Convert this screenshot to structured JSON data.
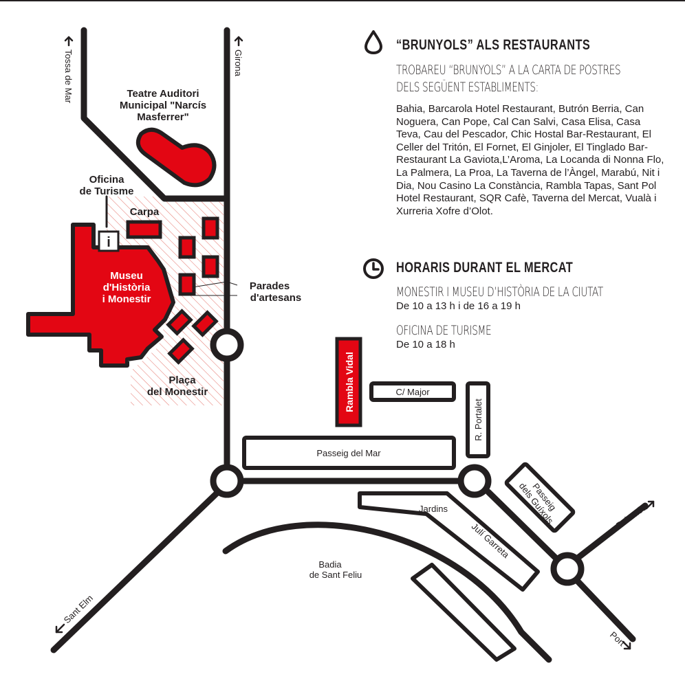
{
  "map": {
    "roads": {
      "tossa": "Tossa de Mar",
      "girona": "Girona",
      "sant_elm": "Sant Elm",
      "palamos": "Palamós",
      "port": "Port"
    },
    "places": {
      "teatre": [
        "Teatre Auditori",
        "Municipal \"Narcís",
        "Masferrer\""
      ],
      "oficina": [
        "Oficina",
        "de Turisme"
      ],
      "carpa": "Carpa",
      "museu": [
        "Museu",
        "d'Història",
        "i Monestir"
      ],
      "info_symbol": "i",
      "parades": [
        "Parades",
        "d'artesans"
      ],
      "placa": [
        "Plaça",
        "del Monestir"
      ],
      "rambla_vidal": "Rambla Vidal",
      "c_major": "C/ Major",
      "portalet": "R. Portalet",
      "passeig_mar": "Passeig del Mar",
      "passeig_guixols": [
        "Passeig",
        "dels Guíxols"
      ],
      "jardins": "Jardins",
      "juli_garreta": "Julí Garreta",
      "badia": [
        "Badia",
        "de Sant Feliu"
      ]
    },
    "colors": {
      "accent": "#e30613",
      "ink": "#231f20",
      "hatch": "#e8877f"
    }
  },
  "restaurants": {
    "icon": "drop-icon",
    "title": "“BRUNYOLS” ALS RESTAURANTS",
    "subtitle_lines": [
      "TROBAREU “BRUNYOLS” A LA CARTA DE POSTRES",
      "DELS SEGÜENT ESTABLIMENTS:"
    ],
    "list": "Bahia, Barcarola Hotel Restaurant, Butrón Berria, Can Noguera, Can Pope, Cal Can Salvi, Casa Elisa, Casa Teva, Cau del Pescador, Chic Hostal Bar-Restaurant, El Celler del Tritón, El Fornet, El Ginjoler, El Tinglado Bar-Restaurant La Gaviota,L’Aroma, La Locanda di Nonna Flo, La Palmera, La Proa, La Taverna de l’Àngel, Marabú, Nit i Dia, Nou Casino La Constància, Rambla Tapas, Sant Pol Hotel Restaurant, SQR Cafè, Taverna del Mercat, Vualà i Xurreria Xofre d’Olot."
  },
  "hours": {
    "icon": "clock-icon",
    "title": "HORARIS DURANT EL MERCAT",
    "monestir_label": "MONESTIR I MUSEU D’HISTÒRIA DE LA CIUTAT",
    "monestir_hours": "De 10 a 13 h i de 16 a 19 h",
    "oficina_label": "OFICINA DE TURISME",
    "oficina_hours": "De 10 a 18 h"
  }
}
